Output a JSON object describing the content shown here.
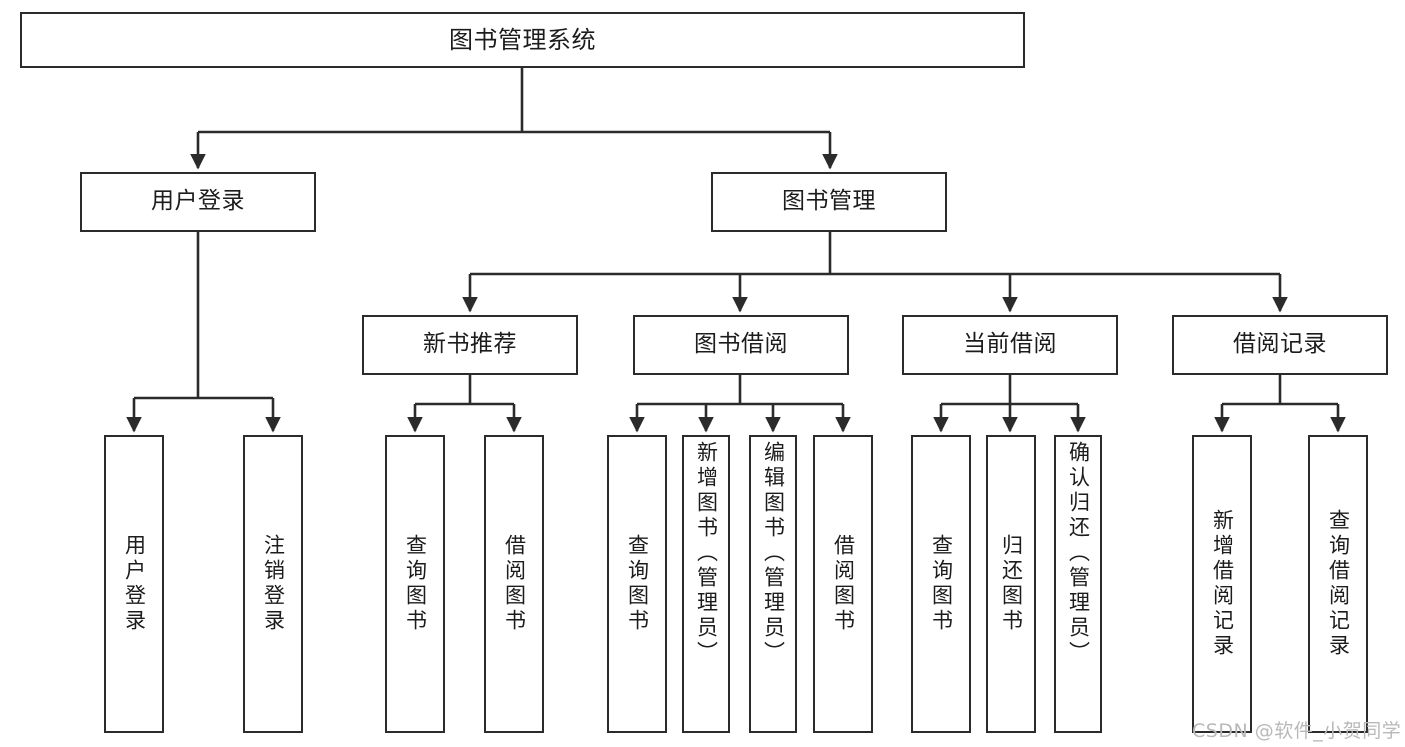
{
  "diagram": {
    "type": "tree",
    "title": "图书管理系统",
    "orientation": "top-down",
    "colors": {
      "box_border": "#2b2b2b",
      "box_fill": "#ffffff",
      "connector": "#2b2b2b",
      "text": "#1c1c1c",
      "watermark": "#b9b9b9",
      "background": "#ffffff"
    }
  },
  "root": {
    "label": "图书管理系统"
  },
  "level1": [
    {
      "label": "用户登录"
    },
    {
      "label": "图书管理"
    }
  ],
  "level2": [
    {
      "label": "新书推荐"
    },
    {
      "label": "图书借阅"
    },
    {
      "label": "当前借阅"
    },
    {
      "label": "借阅记录"
    }
  ],
  "leaves": {
    "user_login": [
      {
        "label": "用户登录"
      },
      {
        "label": "注销登录"
      }
    ],
    "new_book_recommend": [
      {
        "label": "查询图书"
      },
      {
        "label": "借阅图书"
      }
    ],
    "book_borrow": [
      {
        "label": "查询图书"
      },
      {
        "label": "新增图书（管理员）"
      },
      {
        "label": "编辑图书（管理员）"
      },
      {
        "label": "借阅图书"
      }
    ],
    "current_borrow": [
      {
        "label": "查询图书"
      },
      {
        "label": "归还图书"
      },
      {
        "label": "确认归还（管理员）"
      }
    ],
    "borrow_records": [
      {
        "label": "新增借阅记录"
      },
      {
        "label": "查询借阅记录"
      }
    ]
  },
  "watermark": {
    "text": "CSDN @软件_小贺同学"
  }
}
